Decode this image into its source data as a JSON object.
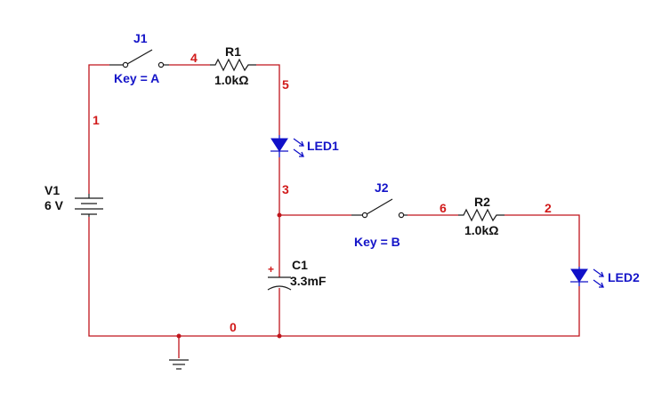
{
  "colors": {
    "wire": "#c0151c",
    "component": "#1a1a1a",
    "led": "#1010c8",
    "label_blue": "#1414c8",
    "node_red": "#d11a1a"
  },
  "components": {
    "J1": {
      "name": "J1",
      "key": "Key = A"
    },
    "J2": {
      "name": "J2",
      "key": "Key = B"
    },
    "R1": {
      "name": "R1",
      "value": "1.0kΩ"
    },
    "R2": {
      "name": "R2",
      "value": "1.0kΩ"
    },
    "LED1": {
      "name": "LED1"
    },
    "LED2": {
      "name": "LED2"
    },
    "V1": {
      "name": "V1",
      "value": "6 V"
    },
    "C1": {
      "name": "C1",
      "value": "3.3mF",
      "polarity": "+"
    }
  },
  "nodes": {
    "n0": "0",
    "n1": "1",
    "n2": "2",
    "n3": "3",
    "n4": "4",
    "n5": "5",
    "n6": "6"
  }
}
